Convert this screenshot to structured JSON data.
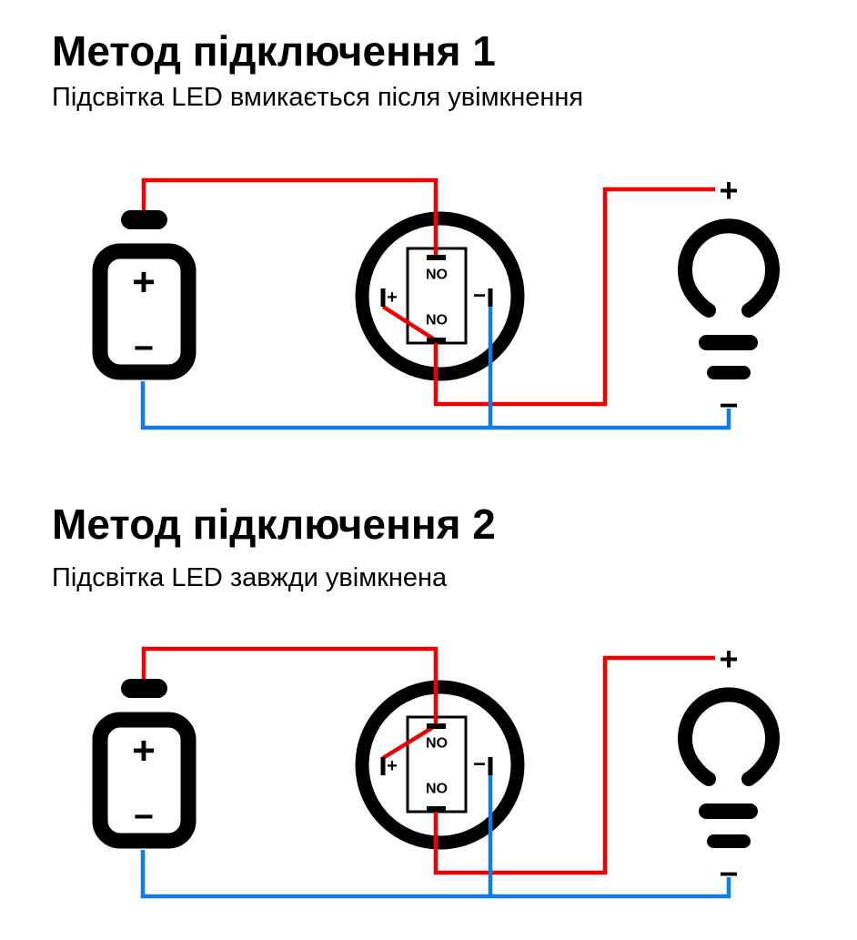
{
  "colors": {
    "wire_positive": "#f20000",
    "wire_negative": "#0e7ce8",
    "ink": "#000000",
    "background": "#ffffff"
  },
  "sections": [
    {
      "title": "Метод підключення 1",
      "subtitle": "Підсвітка LED вмикається після увімкнення",
      "battery": {
        "plus": "+",
        "minus": "−"
      },
      "switch": {
        "no_top": "NO",
        "no_bottom": "NO",
        "led_plus": "+",
        "led_minus": "−"
      },
      "bulb": {
        "plus": "+",
        "minus": "−"
      }
    },
    {
      "title": "Метод підключення 2",
      "subtitle": "Підсвітка LED завжди увімкнена",
      "battery": {
        "plus": "+",
        "minus": "−"
      },
      "switch": {
        "no_top": "NO",
        "no_bottom": "NO",
        "led_plus": "+",
        "led_minus": "−"
      },
      "bulb": {
        "plus": "+",
        "minus": "−"
      }
    }
  ]
}
